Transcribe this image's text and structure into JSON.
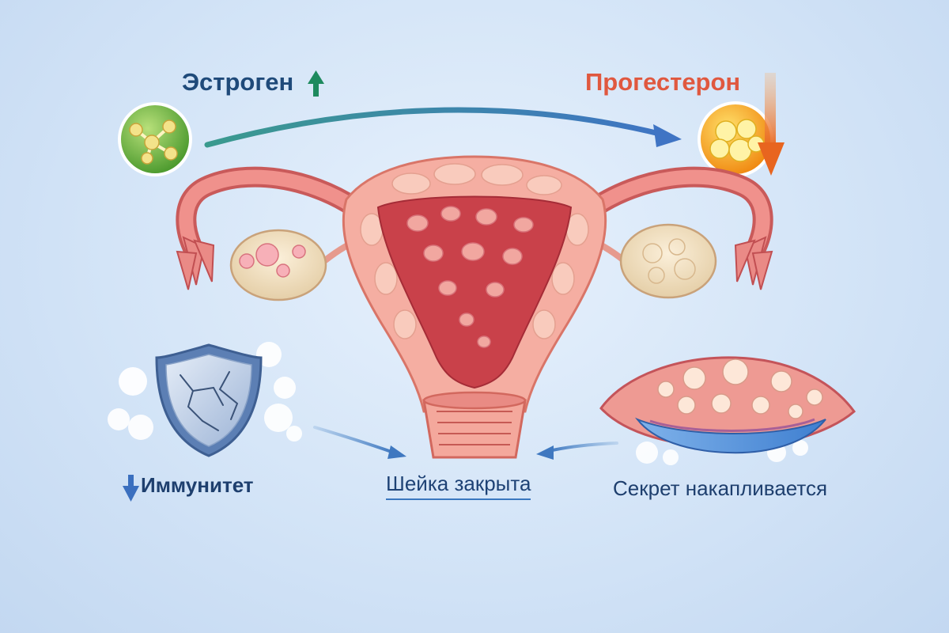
{
  "labels": {
    "estrogen": "Эстроген",
    "progesterone": "Прогестерон",
    "immunity": "Иммунитет",
    "cervix": "Шейка закрыта",
    "secretion": "Секрет накапливается"
  },
  "icons": {
    "estrogen": "molecule-icon",
    "estrogen_trend": "arrow-up-icon",
    "progesterone": "cells-icon",
    "progesterone_trend": "arrow-down-icon",
    "immunity": "cracked-shield-icon",
    "immunity_trend": "arrow-down-icon",
    "secretion": "secretion-tissue-icon"
  },
  "colors": {
    "estrogen_text": "#1f4a7a",
    "estrogen_up_arrow": "#1e8a5e",
    "progesterone_text": "#e0583f",
    "progesterone_down_arrow": "#ef7a2c",
    "flow_arrow": "#4a86c6",
    "uterus_wall": "#f2a59a",
    "uterus_lining": "#c9414a"
  }
}
